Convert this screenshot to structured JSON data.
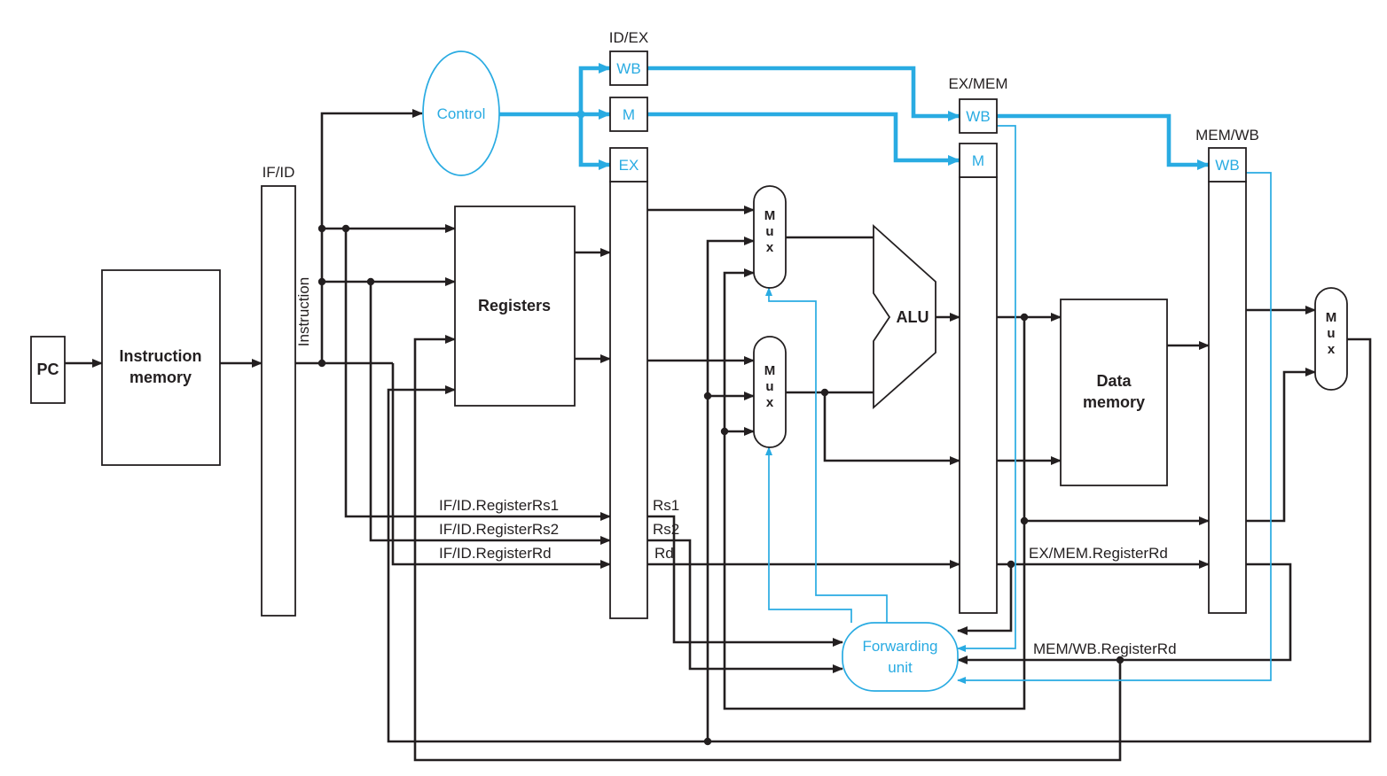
{
  "colors": {
    "accent": "#29ABE2",
    "wire": "#231F20",
    "background": "#FFFFFF"
  },
  "blocks": {
    "pc": "PC",
    "instruction_memory": [
      "Instruction",
      "memory"
    ],
    "registers": "Registers",
    "alu": "ALU",
    "data_memory": [
      "Data",
      "memory"
    ],
    "control": "Control",
    "forwarding_unit": [
      "Forwarding",
      "unit"
    ],
    "mux": [
      "M",
      "u",
      "x"
    ]
  },
  "pipeline_registers": {
    "if_id": "IF/ID",
    "id_ex": "ID/EX",
    "ex_mem": "EX/MEM",
    "mem_wb": "MEM/WB"
  },
  "control_fields": {
    "id_ex": [
      "WB",
      "M",
      "EX"
    ],
    "ex_mem": [
      "WB",
      "M"
    ],
    "mem_wb": [
      "WB"
    ]
  },
  "wire_labels": {
    "instruction": "Instruction",
    "if_id_register_rs1": "IF/ID.RegisterRs1",
    "if_id_register_rs2": "IF/ID.RegisterRs2",
    "if_id_register_rd": "IF/ID.RegisterRd",
    "rs1": "Rs1",
    "rs2": "Rs2",
    "rd": "Rd",
    "ex_mem_register_rd": "EX/MEM.RegisterRd",
    "mem_wb_register_rd": "MEM/WB.RegisterRd"
  }
}
